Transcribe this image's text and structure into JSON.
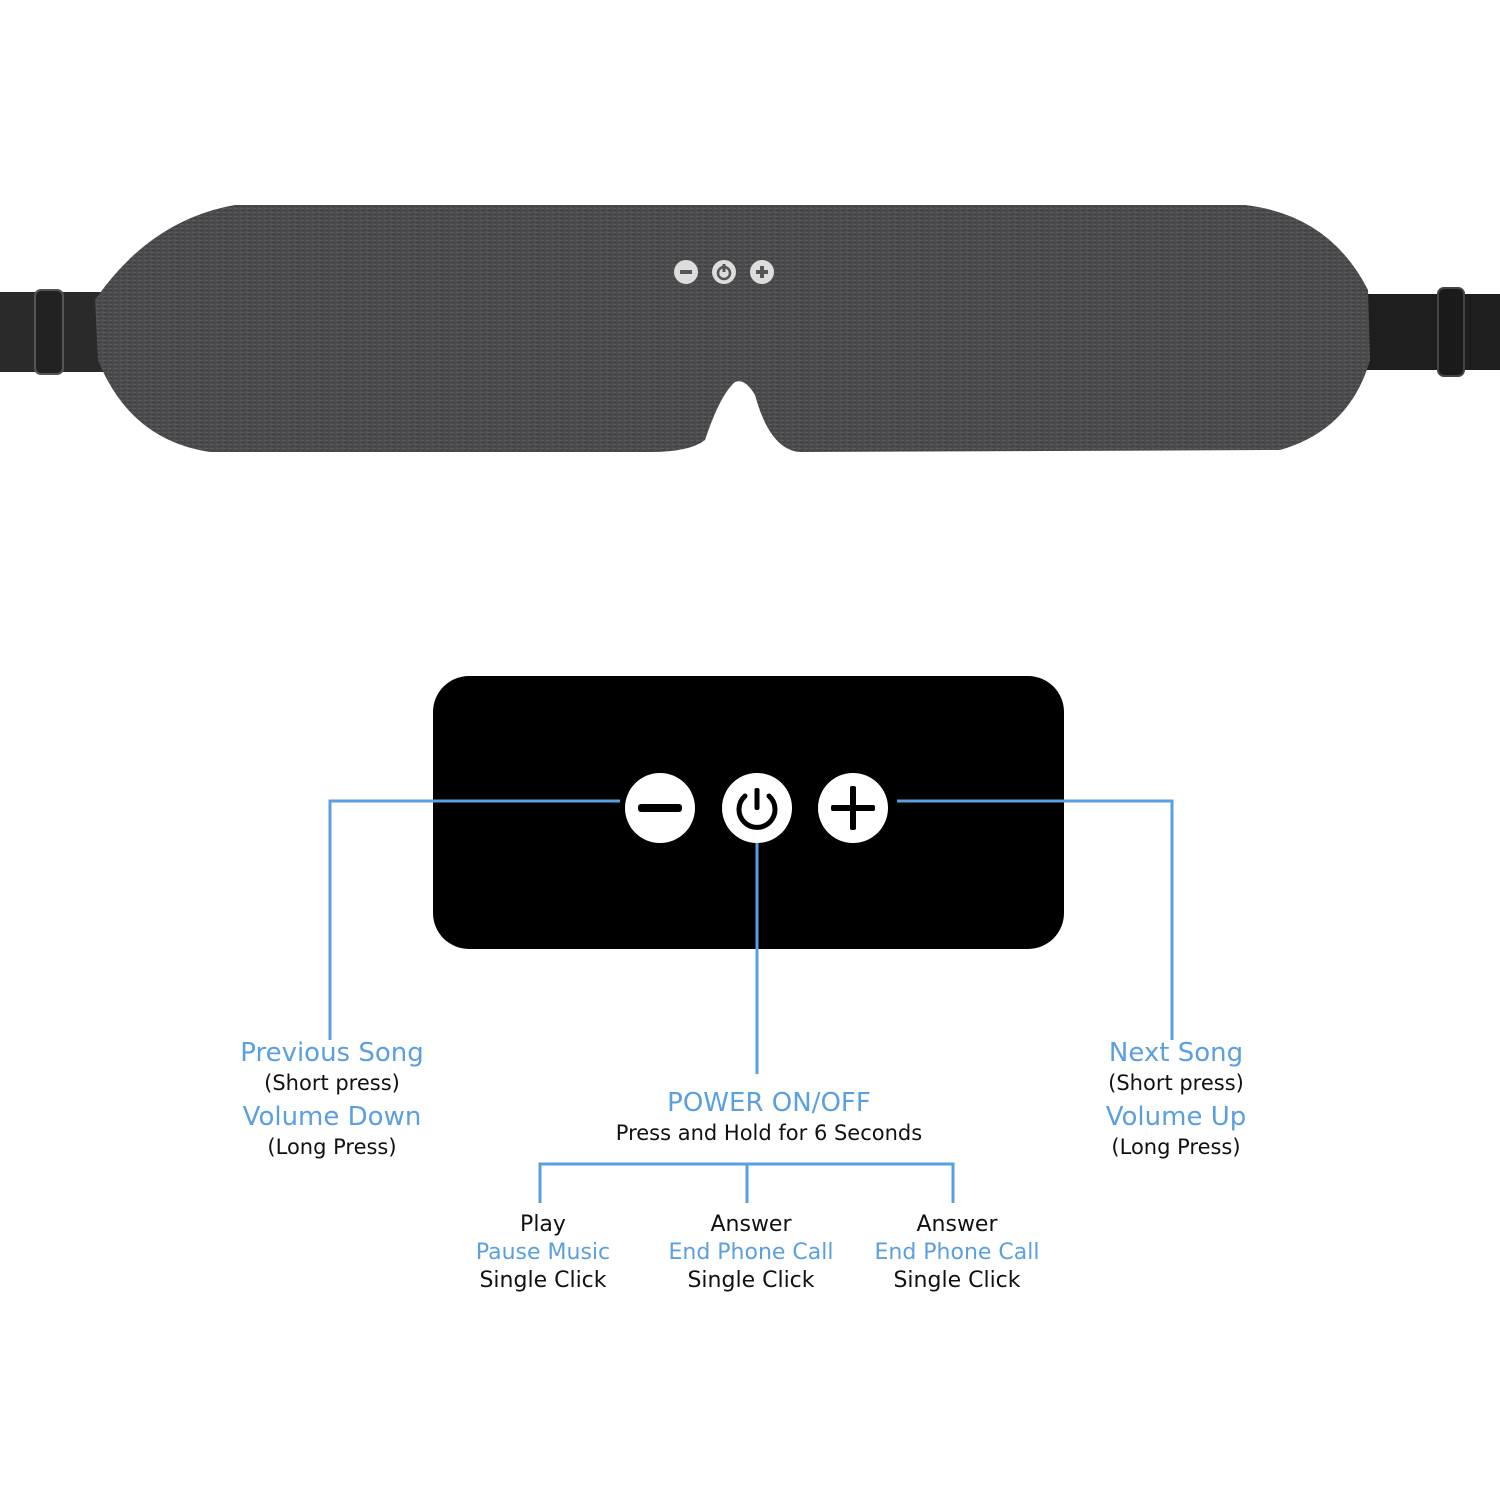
{
  "colors": {
    "accent": "#5a9fe0",
    "panel": "#000000",
    "mask": "#4a4a4c"
  },
  "mask_buttons": [
    "minus-icon",
    "power-icon",
    "plus-icon"
  ],
  "left": {
    "title1": "Previous Song",
    "note1": "(Short press)",
    "title2": "Volume Down",
    "note2": "(Long Press)"
  },
  "right": {
    "title1": "Next Song",
    "note1": "(Short press)",
    "title2": "Volume Up",
    "note2": "(Long Press)"
  },
  "power": {
    "title": "POWER ON/OFF",
    "note": "Press and Hold for 6 Seconds",
    "actions": [
      {
        "line1": "Play",
        "line2": "Pause Music",
        "line3": "Single Click"
      },
      {
        "line1": "Answer",
        "line2": "End Phone Call",
        "line3": "Single Click"
      },
      {
        "line1": "Answer",
        "line2": "End Phone Call",
        "line3": "Single Click"
      }
    ]
  }
}
